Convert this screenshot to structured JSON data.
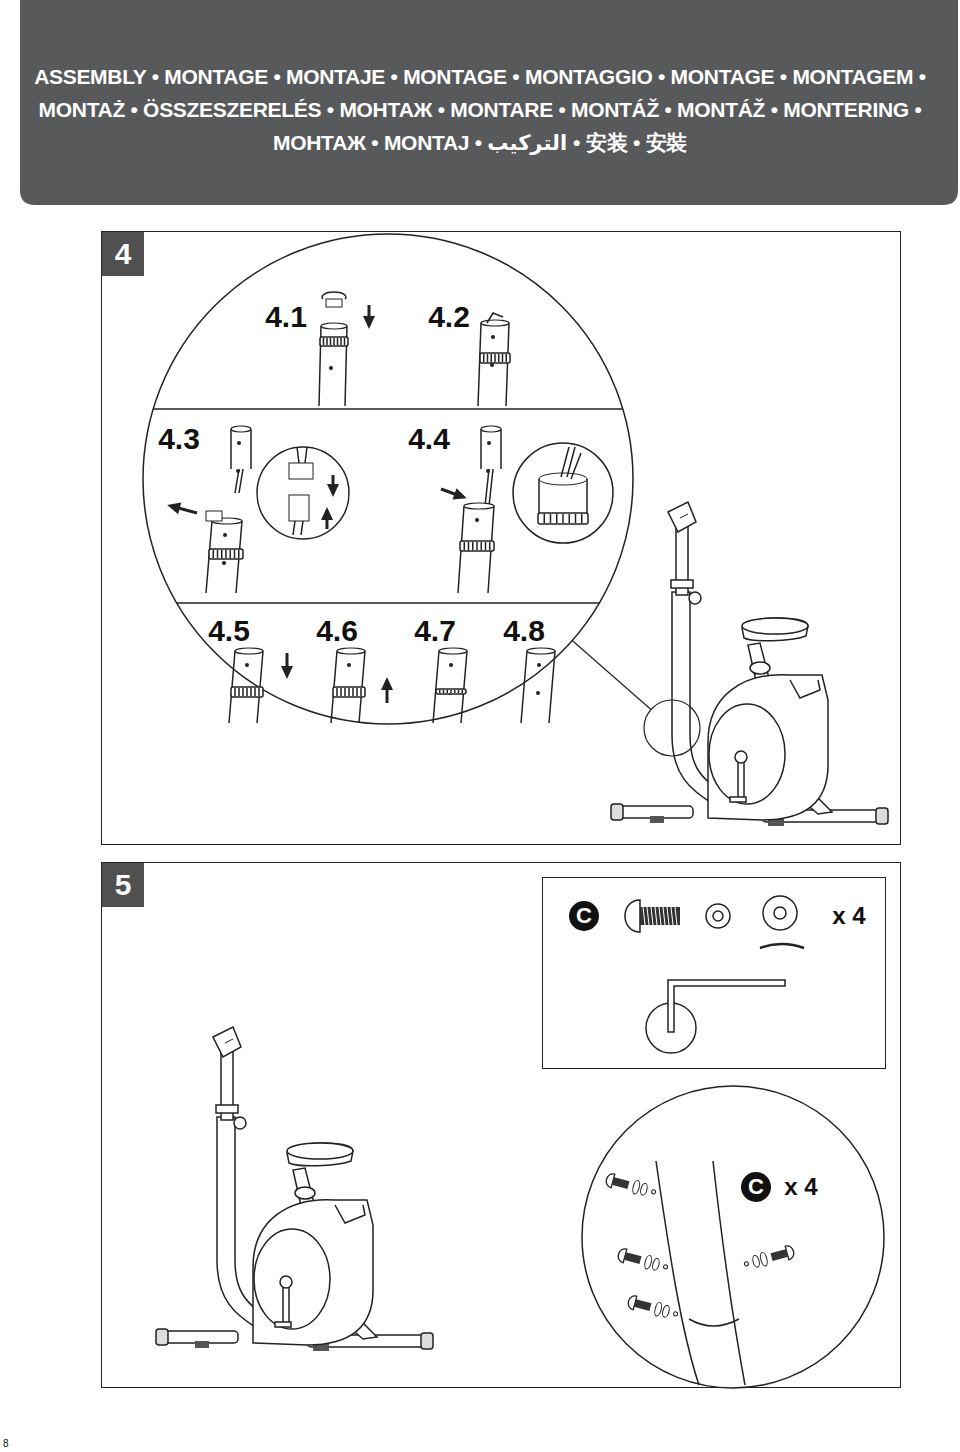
{
  "diagram": {
    "title": "ASSEMBLY • MONTAGE • MONTAJE • MONTAGE • MONTAGGIO • MONTAGE • MONTAGEM • MONTAŻ • ÖSSZESZERELÉS • МОНТАЖ • MONTARE • MONTÁŽ • MONTÁŽ • MONTERING • МОНТАЖ • MONTAJ • التركيب • 安装 • 安裝",
    "nodes": [
      {
        "text": [
          "4"
        ]
      },
      {
        "text": [
          "4.1",
          "4.2",
          "4.3",
          "4.4",
          "4.5",
          "4.6",
          "4.7",
          "4.8"
        ],
        "in": 0
      },
      {
        "text": [
          "5"
        ]
      },
      {
        "text": [
          "C",
          "x 4"
        ],
        "in": 2
      },
      {
        "text": [
          "C",
          "x 4"
        ],
        "in": 2
      }
    ],
    "labels": [
      "8"
    ]
  }
}
